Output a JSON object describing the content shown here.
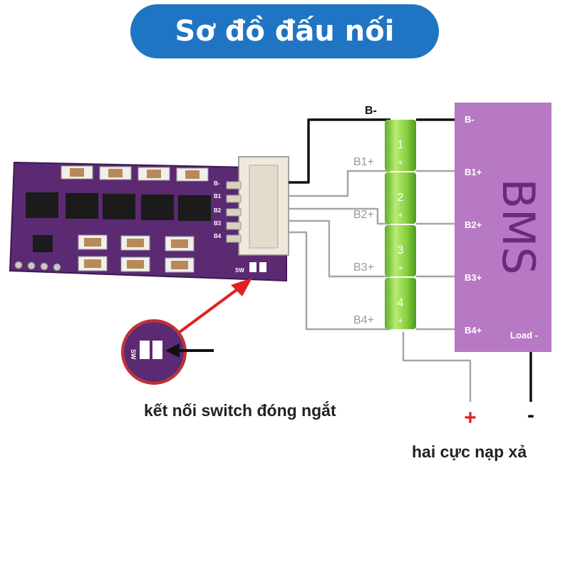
{
  "title": "Sơ đồ đấu nối",
  "board": {
    "pin_labels": [
      "B-",
      "B1",
      "B2",
      "B3",
      "B4"
    ],
    "switch_label": "SW",
    "zoom_label": "SW"
  },
  "wires": {
    "b_minus": "B-",
    "b1": "B1+",
    "b2": "B2+",
    "b3": "B3+",
    "b4": "B4+"
  },
  "cells": [
    "1",
    "2",
    "3",
    "4"
  ],
  "bms": {
    "title": "BMS",
    "pins": [
      "B-",
      "B1+",
      "B2+",
      "B3+",
      "B4+"
    ],
    "load": "Load -"
  },
  "annotations": {
    "switch_caption": "kết nối switch đóng ngắt",
    "plus": "+",
    "minus": "-",
    "charge_caption": "hai cực nạp xả"
  },
  "colors": {
    "title_bg": "#1f75c3",
    "board": "#5b2a73",
    "bms": "#b779c4",
    "cell": "#8cd146",
    "wire_gray": "#a6a6a6",
    "arrow_red": "#e22020",
    "plus_red": "#e22020"
  }
}
